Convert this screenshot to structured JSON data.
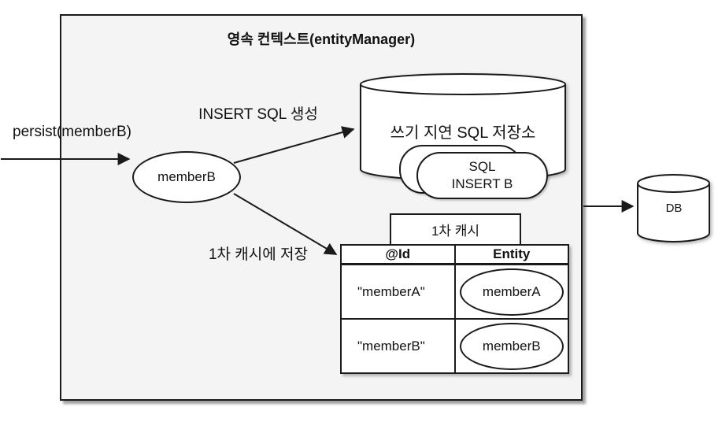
{
  "diagram": {
    "container_title": "영속 컨텍스트(entityManager)",
    "persist_label": "persist(memberB)",
    "member_ellipse_label": "memberB",
    "insert_arrow_label": "INSERT SQL 생성",
    "cache_arrow_label": "1차 캐시에 저장",
    "sql_store": {
      "title": "쓰기 지연 SQL 저장소",
      "pill_line1": "SQL",
      "pill_line2": "INSERT B"
    },
    "cache": {
      "title": "1차 캐시",
      "headers": [
        "@Id",
        "Entity"
      ],
      "rows": [
        {
          "id": "\"memberA\"",
          "entity": "memberA"
        },
        {
          "id": "\"memberB\"",
          "entity": "memberB"
        }
      ]
    },
    "db_label": "DB",
    "colors": {
      "stroke": "#1a1a1a",
      "container_fill": "#f4f4f4",
      "shape_fill": "#ffffff"
    }
  }
}
